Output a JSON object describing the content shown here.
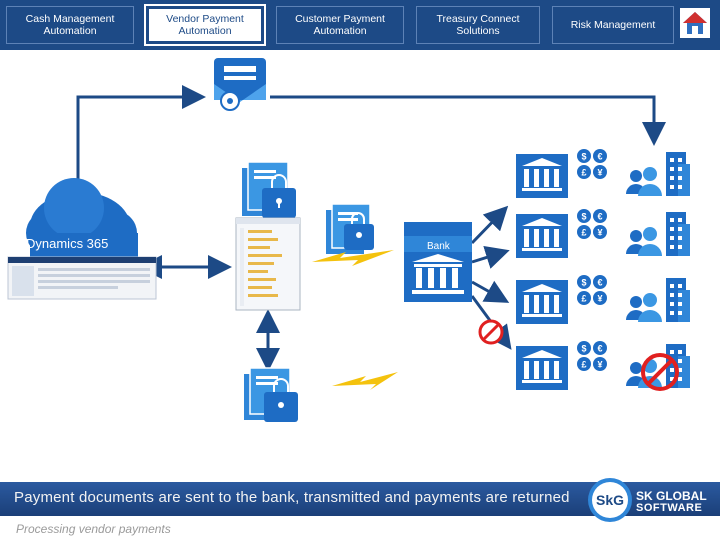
{
  "nav": {
    "tabs": [
      {
        "label": "Cash Management Automation",
        "active": false
      },
      {
        "label": "Vendor Payment Automation",
        "active": true
      },
      {
        "label": "Customer Payment Automation",
        "active": false
      },
      {
        "label": "Treasury Connect Solutions",
        "active": false
      },
      {
        "label": "Risk Management",
        "active": false
      }
    ],
    "home_icon": "home-icon"
  },
  "diagram": {
    "cloud_label": "Dynamics 365",
    "bank_label": "Bank",
    "currency_symbols": [
      "$",
      "€",
      "£",
      "¥"
    ]
  },
  "caption": {
    "text": "Payment documents are sent to the bank, transmitted and payments are returned"
  },
  "subtitle": "Processing vendor payments",
  "brand": {
    "line1": "SK GLOBAL",
    "line2": "SOFTWARE",
    "monogram": "SkG"
  },
  "colors": {
    "nav_bg": "#1d4a86",
    "accent_blue": "#2f86d8",
    "icon_blue": "#3b97e3",
    "bolt": "#f4c20d",
    "forbidden": "#e02020"
  }
}
